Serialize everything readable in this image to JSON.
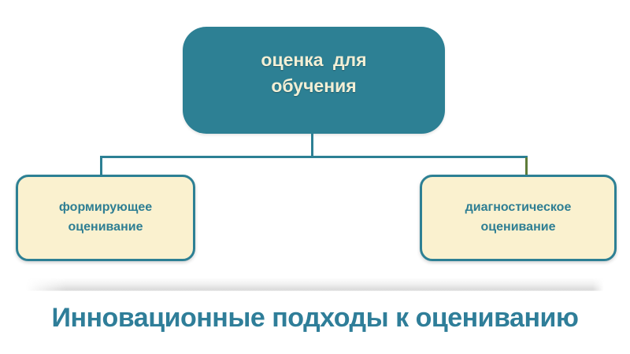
{
  "slide": {
    "title": "Инновационные подходы к оцениванию"
  },
  "diagram": {
    "type": "hierarchy",
    "root": {
      "label": "оценка для обучения"
    },
    "children": [
      {
        "label": "формирующее оценивание"
      },
      {
        "label": "диагностическое оценивание"
      }
    ]
  },
  "colors": {
    "teal": "#2d8094",
    "cream_text": "#f2efd5",
    "child_fill": "#faf1cf",
    "child_text": "#2e7e93",
    "title_text": "#2f7e99",
    "olive_connector": "#5e7c3a"
  }
}
